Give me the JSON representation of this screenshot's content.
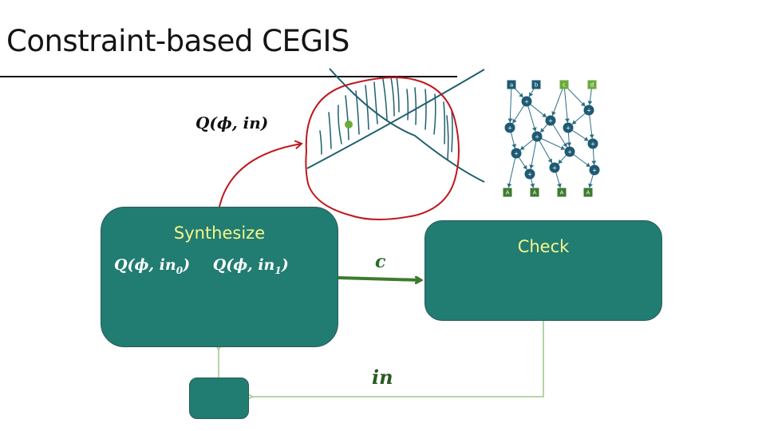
{
  "slide": {
    "title": "Constraint-based CEGIS"
  },
  "diagram": {
    "query_label": "Q(ϕ, in)",
    "synthesize": {
      "label": "Synthesize",
      "equations": [
        {
          "prefix": "Q(ϕ, in",
          "subscript": "0",
          "suffix": ")"
        },
        {
          "prefix": "Q(ϕ, in",
          "subscript": "1",
          "suffix": ")"
        }
      ]
    },
    "check": {
      "label": "Check"
    },
    "edge_candidate_label": "c",
    "edge_input_label": "in",
    "dag": {
      "inputs": [
        "a",
        "b",
        "c",
        "d"
      ],
      "operator": "+",
      "outputs": [
        "A",
        "A",
        "A",
        "A"
      ]
    },
    "colors": {
      "box_fill": "#217c72",
      "box_label": "#f6f78a",
      "sketch_red": "#c0161c",
      "sketch_teal": "#1e5f6f",
      "point_green": "#6aaa3a",
      "arrow_green": "#3e7a2e",
      "feedback_green": "#9cc98c"
    }
  }
}
